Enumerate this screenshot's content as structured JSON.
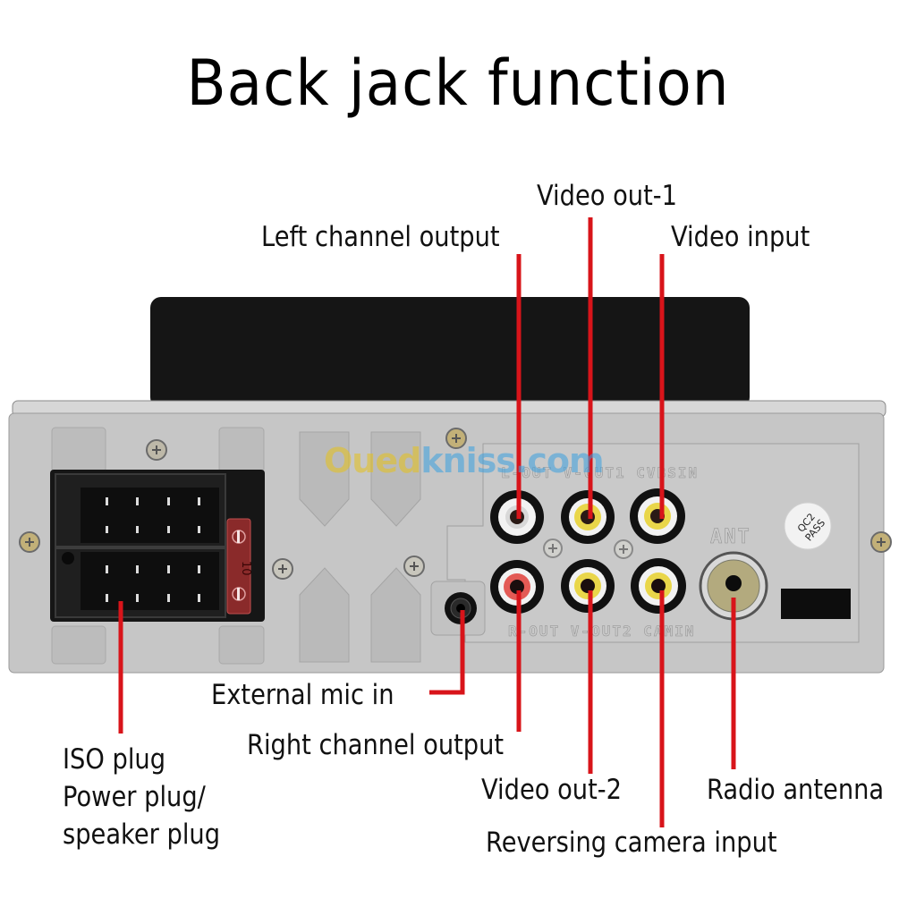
{
  "title": "Back jack function",
  "watermark": {
    "part1": "Oued",
    "part2": "kniss.com"
  },
  "labels": {
    "video_out_1": "Video out-1",
    "left_channel_output": "Left channel output",
    "video_input": "Video input",
    "external_mic_in": "External mic in",
    "right_channel_output": "Right channel output",
    "iso_plug_line1": "ISO plug",
    "iso_plug_line2": "Power plug/",
    "iso_plug_line3": "speaker plug",
    "video_out_2": "Video out-2",
    "radio_antenna": "Radio antenna",
    "reversing_camera_input": "Reversing camera input"
  },
  "panel_markings": {
    "top_row": "L-OUT  V-OUT1  CVBSIN",
    "bottom_row": "R-OUT  V-OUT2  CAMIN",
    "antenna": "ANT",
    "sticker_line1": "QC2",
    "sticker_line2": "PASS",
    "fuse_rating": "10"
  },
  "colors": {
    "leader_line": "#d8141a",
    "rca_white": "#f2f2f2",
    "rca_yellow": "#e9d64a",
    "rca_red": "#e35a55",
    "panel": "#c4c4c4",
    "connector": "#141414"
  }
}
